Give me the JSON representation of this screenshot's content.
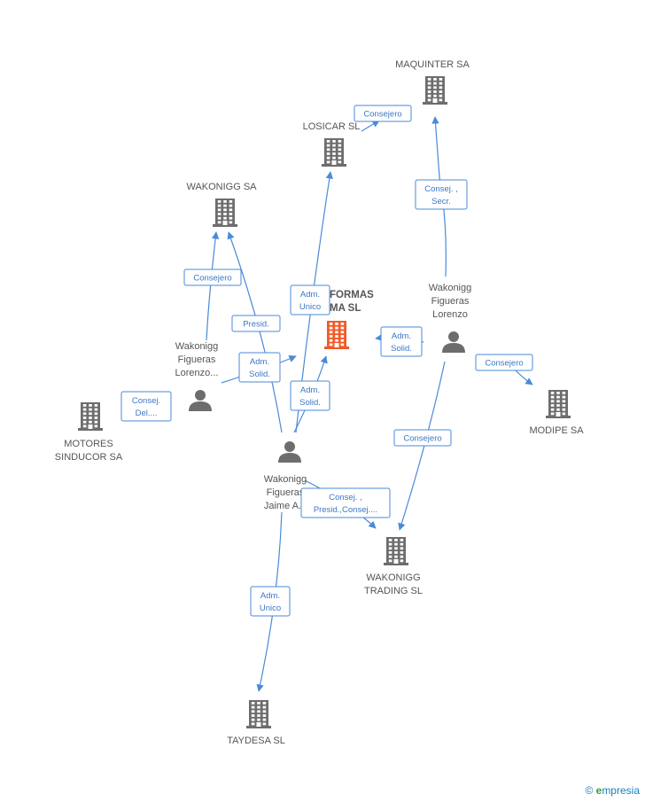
{
  "colors": {
    "company": "#6d6d6d",
    "main": "#f05a28",
    "person": "#6d6d6d",
    "edge": "#4a8ad8"
  },
  "watermark": {
    "symbol": "©",
    "brand": "mpresia"
  },
  "nodes": [
    {
      "id": "maquinter",
      "type": "company",
      "label": [
        "MAQUINTER SA"
      ]
    },
    {
      "id": "losicar",
      "type": "company",
      "label": [
        "LOSICAR SL"
      ]
    },
    {
      "id": "wakonigg_sa",
      "type": "company",
      "label": [
        "WAKONIGG SA"
      ]
    },
    {
      "id": "main",
      "type": "main",
      "label": [
        "FORMAS",
        "MA SL"
      ]
    },
    {
      "id": "person_lorenzo_right",
      "type": "person",
      "label": [
        "Wakonigg",
        "Figueras",
        "Lorenzo"
      ]
    },
    {
      "id": "modipe",
      "type": "company",
      "label": [
        "MODIPE SA"
      ]
    },
    {
      "id": "person_lorenzo_left",
      "type": "person",
      "label": [
        "Wakonigg",
        "Figueras",
        "Lorenzo..."
      ]
    },
    {
      "id": "motores",
      "type": "company",
      "label": [
        "MOTORES",
        "SINDUCOR SA"
      ]
    },
    {
      "id": "person_jaime",
      "type": "person",
      "label": [
        "Wakonigg",
        "Figueras",
        "Jaime A..."
      ]
    },
    {
      "id": "trading",
      "type": "company",
      "label": [
        "WAKONIGG",
        "TRADING SL"
      ]
    },
    {
      "id": "taydesa",
      "type": "company",
      "label": [
        "TAYDESA SL"
      ]
    }
  ],
  "edges": [
    {
      "id": "e1",
      "label": [
        "Consejero"
      ]
    },
    {
      "id": "e2",
      "label": [
        "Consej. ,",
        "Secr."
      ]
    },
    {
      "id": "e3",
      "label": [
        "Consejero"
      ]
    },
    {
      "id": "e4",
      "label": [
        "Presid."
      ]
    },
    {
      "id": "e5",
      "label": [
        "Adm.",
        "Unico"
      ]
    },
    {
      "id": "e6",
      "label": [
        "Adm.",
        "Solid."
      ]
    },
    {
      "id": "e7",
      "label": [
        "Adm.",
        "Solid."
      ]
    },
    {
      "id": "e8",
      "label": [
        "Consejero"
      ]
    },
    {
      "id": "e9",
      "label": [
        "Adm.",
        "Solid."
      ]
    },
    {
      "id": "e10",
      "label": [
        "Consej.",
        "Del...."
      ]
    },
    {
      "id": "e11",
      "label": [
        "Consejero"
      ]
    },
    {
      "id": "e12",
      "label": [
        "Consej. ,",
        "Presid.,Consej...."
      ]
    },
    {
      "id": "e13",
      "label": [
        "Adm.",
        "Unico"
      ]
    }
  ]
}
